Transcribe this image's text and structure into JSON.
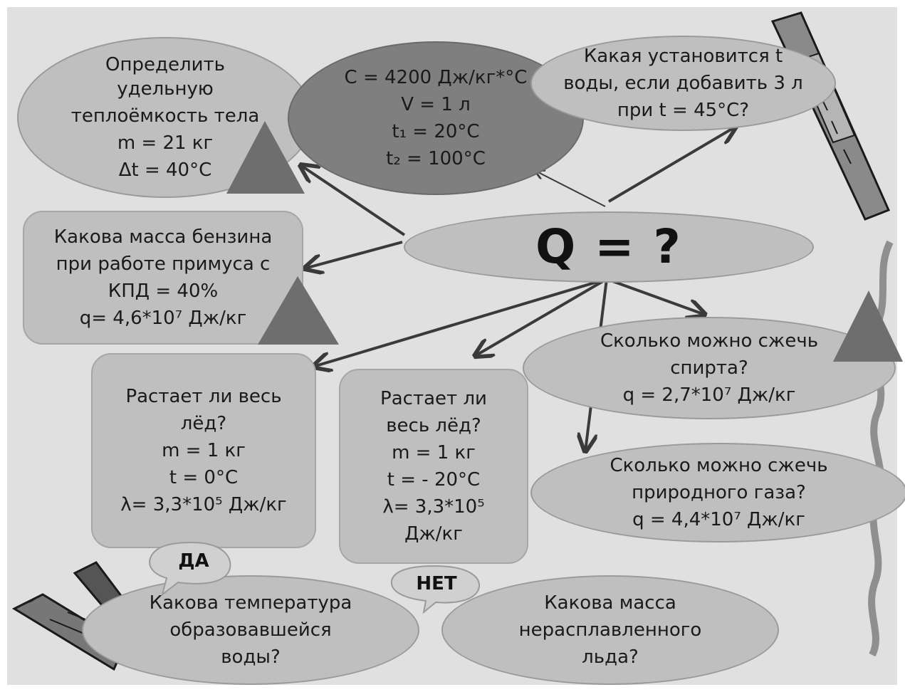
{
  "center": {
    "text": "Q = ?"
  },
  "nodes": {
    "specific_heat": {
      "lines": [
        "Определить",
        "удельную",
        "теплоёмкость тела",
        "m = 21 кг",
        "Δt =  40°C"
      ]
    },
    "given": {
      "lines": [
        "C = 4200 Дж/кг*°C",
        "V = 1 л",
        "t₁ = 20°C",
        "t₂ = 100°C"
      ]
    },
    "water_temp": {
      "lines": [
        "Какая установится t",
        "воды, если добавить 3 л",
        "при t = 45°C?"
      ]
    },
    "petrol": {
      "lines": [
        "Какова масса бензина",
        "при работе  примуса с",
        "КПД = 40%",
        "q= 4,6*10⁷  Дж/кг"
      ]
    },
    "ice_zero": {
      "lines": [
        "Растает ли весь",
        "лёд?",
        "m = 1 кг",
        "t = 0°C",
        "λ= 3,3*10⁵  Дж/кг"
      ]
    },
    "ice_minus": {
      "lines": [
        "Растает ли",
        "весь лёд?",
        "m = 1 кг",
        "t = - 20°C",
        "λ= 3,3*10⁵",
        "Дж/кг"
      ]
    },
    "alcohol": {
      "lines": [
        "Сколько можно сжечь",
        "спирта?",
        "q = 2,7*10⁷  Дж/кг"
      ]
    },
    "gas": {
      "lines": [
        "Сколько можно сжечь",
        "природного газа?",
        "q = 4,4*10⁷  Дж/кг"
      ]
    },
    "water_formed": {
      "lines": [
        "Какова температура",
        "образовавшейся",
        "воды?"
      ]
    },
    "unmelted_ice": {
      "lines": [
        "Какова масса",
        "нерасплавленного",
        "льда?"
      ]
    }
  },
  "tags": {
    "yes": "ДА",
    "no": "НЕТ"
  },
  "colors": {
    "background": "#e0e0e0",
    "light_node": "#bfbfbf",
    "dark_node": "#7f7f7f",
    "triangle": "#6e6e6e",
    "arrow": "#3a3a3a"
  }
}
